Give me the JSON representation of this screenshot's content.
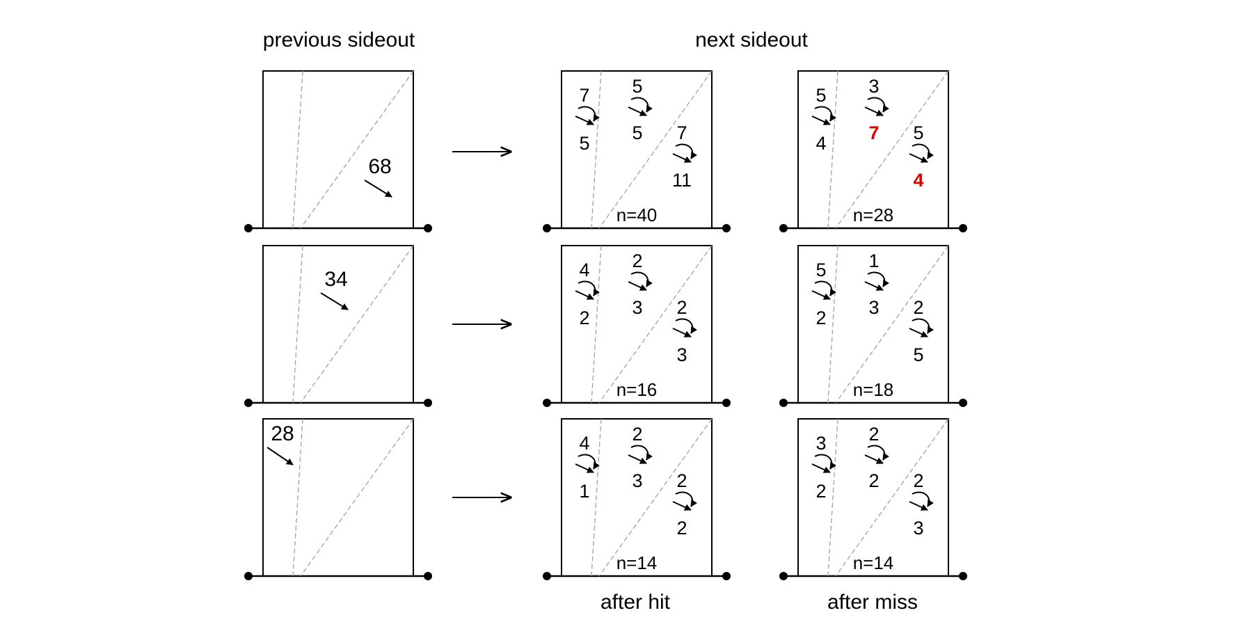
{
  "headers": {
    "previous": "previous sideout",
    "next": "next sideout",
    "after_hit": "after hit",
    "after_miss": "after miss"
  },
  "colors": {
    "highlight": "#e00000",
    "zone_line": "#a0a0a0",
    "ink": "#000000"
  },
  "rows": [
    {
      "previous": {
        "count": "68",
        "zone": "right"
      },
      "after_hit": {
        "n": "n=40",
        "zones": [
          {
            "top": "7",
            "bottom": "5"
          },
          {
            "top": "5",
            "bottom": "5"
          },
          {
            "top": "7",
            "bottom": "11"
          }
        ]
      },
      "after_miss": {
        "n": "n=28",
        "zones": [
          {
            "top": "5",
            "bottom": "4"
          },
          {
            "top": "3",
            "bottom": "7",
            "bottom_highlight": true
          },
          {
            "top": "5",
            "bottom": "4",
            "bottom_highlight": true
          }
        ]
      }
    },
    {
      "previous": {
        "count": "34",
        "zone": "middle"
      },
      "after_hit": {
        "n": "n=16",
        "zones": [
          {
            "top": "4",
            "bottom": "2"
          },
          {
            "top": "2",
            "bottom": "3"
          },
          {
            "top": "2",
            "bottom": "3"
          }
        ]
      },
      "after_miss": {
        "n": "n=18",
        "zones": [
          {
            "top": "5",
            "bottom": "2"
          },
          {
            "top": "1",
            "bottom": "3"
          },
          {
            "top": "2",
            "bottom": "5"
          }
        ]
      }
    },
    {
      "previous": {
        "count": "28",
        "zone": "left"
      },
      "after_hit": {
        "n": "n=14",
        "zones": [
          {
            "top": "4",
            "bottom": "1"
          },
          {
            "top": "2",
            "bottom": "3"
          },
          {
            "top": "2",
            "bottom": "2"
          }
        ]
      },
      "after_miss": {
        "n": "n=14",
        "zones": [
          {
            "top": "3",
            "bottom": "2"
          },
          {
            "top": "2",
            "bottom": "2"
          },
          {
            "top": "2",
            "bottom": "3"
          }
        ]
      }
    }
  ]
}
